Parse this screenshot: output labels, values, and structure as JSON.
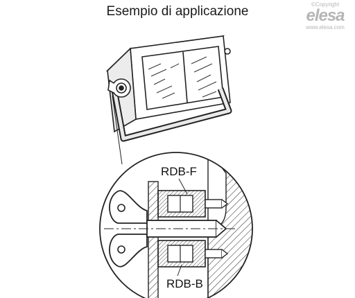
{
  "title": "Esempio di applicazione",
  "brand": {
    "copyright": "©Copyright",
    "logo": "elesa",
    "url": "www.elesa.com"
  },
  "labels": {
    "top": "RDB-F",
    "bottom": "RDB-B"
  }
}
